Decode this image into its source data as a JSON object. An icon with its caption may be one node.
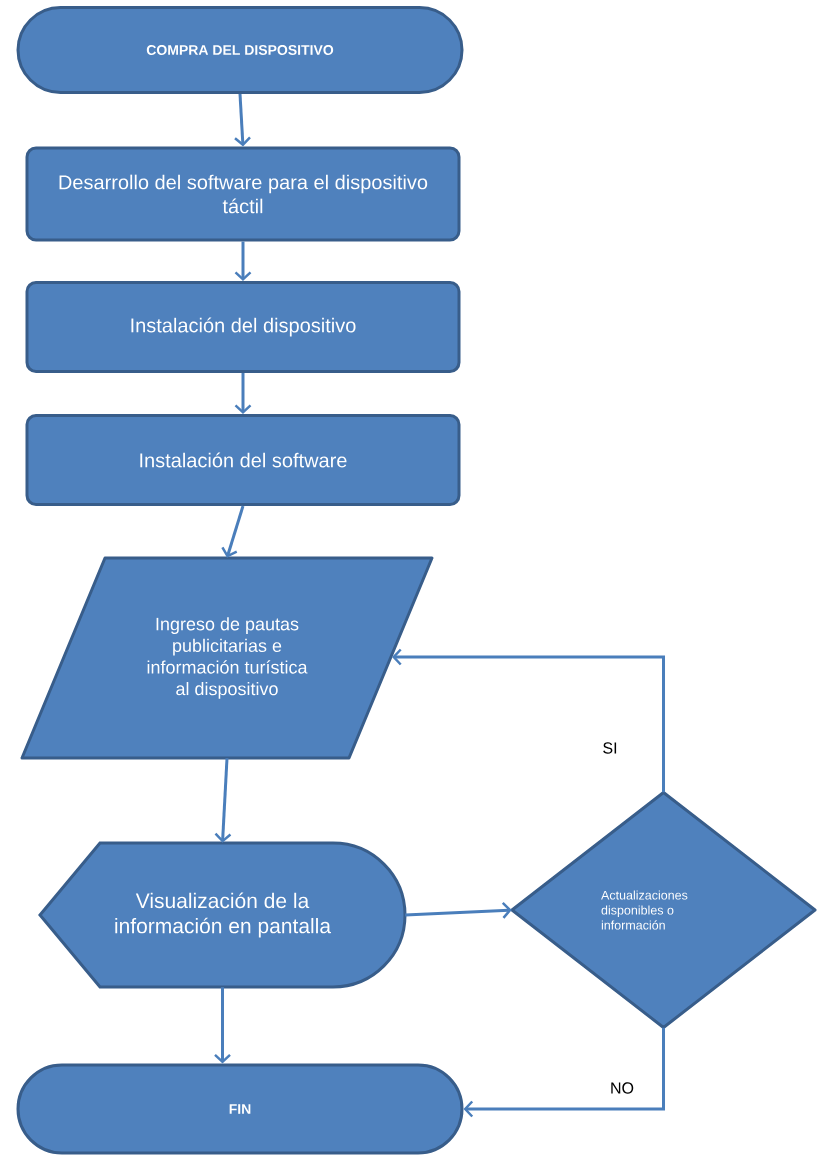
{
  "diagram": {
    "nodes": [
      {
        "text": [
          "COMPRA DEL DISPOSITIVO"
        ]
      },
      {
        "text": [
          "Desarrollo del software para el dispositivo táctil"
        ]
      },
      {
        "text": [
          "Instalación del dispositivo"
        ]
      },
      {
        "text": [
          "Instalación del software"
        ]
      },
      {
        "text": [
          "Ingreso de pautas publicitarias e información turística al dispositivo"
        ]
      },
      {
        "text": [
          "Visualización de la información en pantalla"
        ]
      },
      {
        "text": [
          "Actualizaciones disponibles o información"
        ]
      },
      {
        "text": [
          "FIN"
        ]
      }
    ],
    "edges": [
      {
        "from": 0,
        "to": 1,
        "arrow": "to"
      },
      {
        "from": 1,
        "to": 2,
        "arrow": "to"
      },
      {
        "from": 2,
        "to": 3,
        "arrow": "to"
      },
      {
        "from": 3,
        "to": 4,
        "arrow": "to"
      },
      {
        "from": 4,
        "to": 5,
        "arrow": "to"
      },
      {
        "from": 5,
        "to": 6,
        "arrow": "to"
      },
      {
        "from": 6,
        "to": 4,
        "arrow": "to",
        "label": "SI"
      },
      {
        "from": 6,
        "to": 7,
        "arrow": "to",
        "label": "NO"
      },
      {
        "from": 5,
        "to": 7,
        "arrow": "to"
      }
    ]
  }
}
